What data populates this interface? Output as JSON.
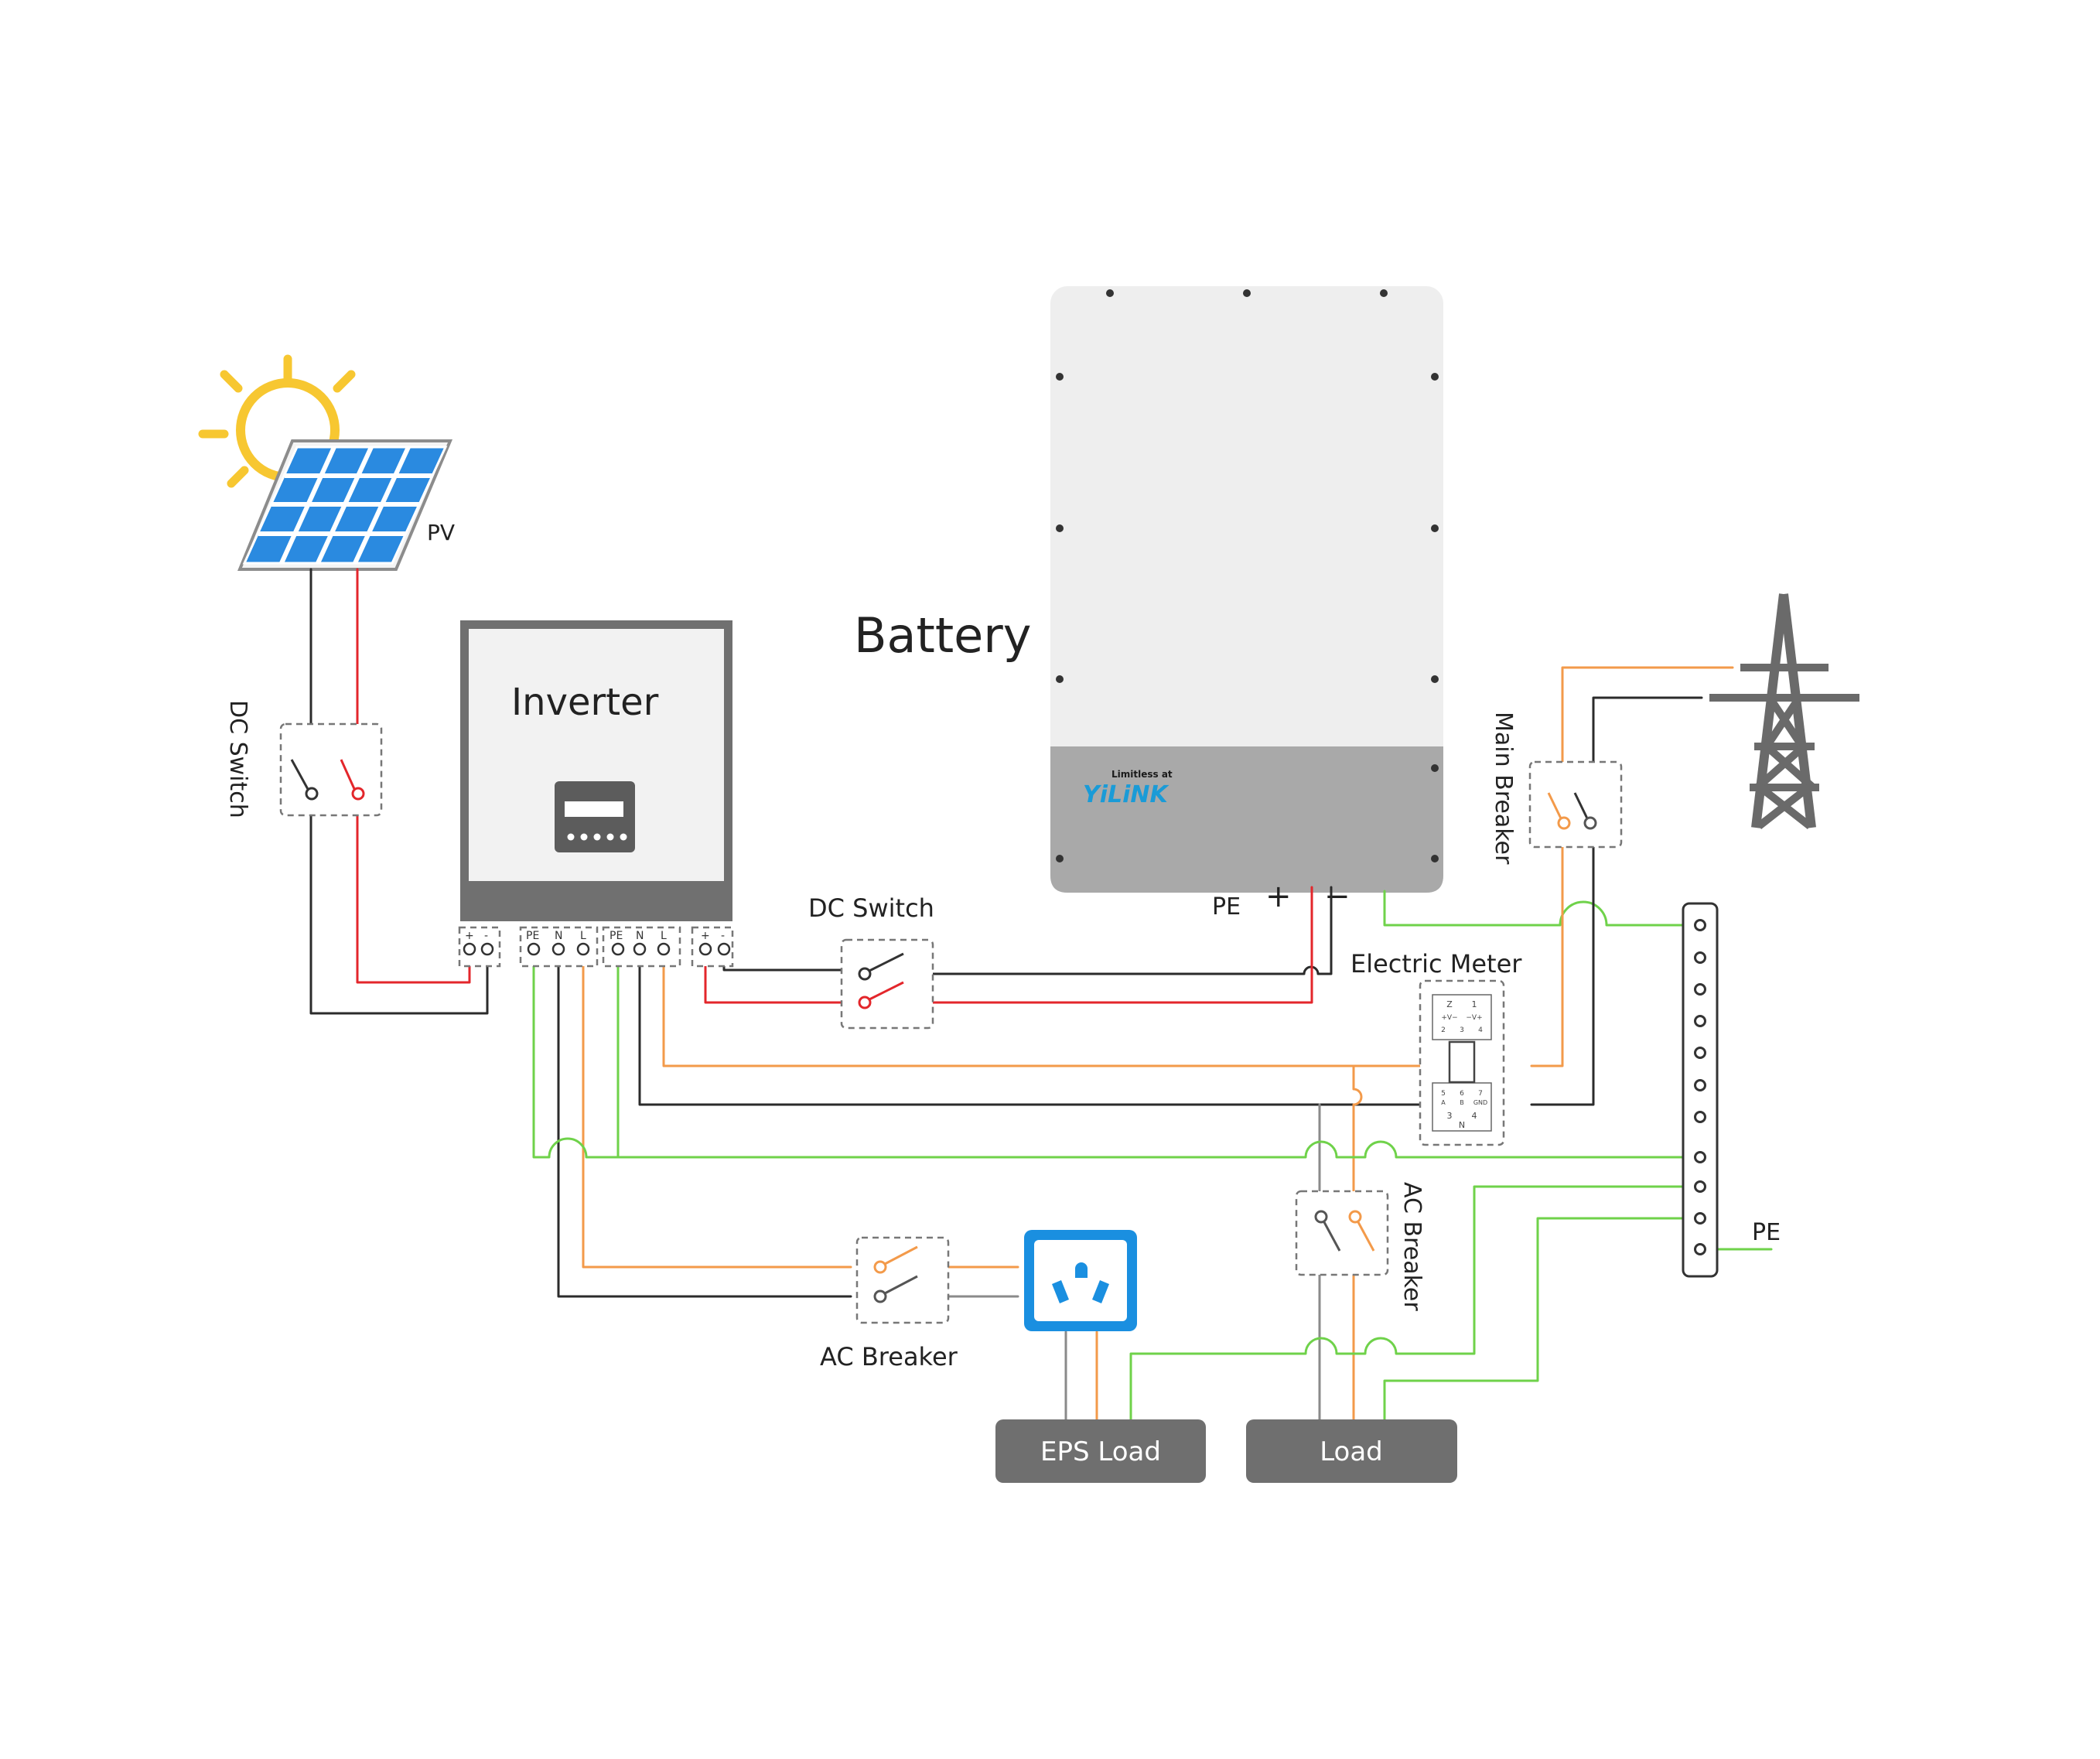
{
  "labels": {
    "pv": "PV",
    "dc_switch_pv": "DC Switch",
    "inverter": "Inverter",
    "battery": "Battery",
    "dc_switch_batt": "DC Switch",
    "main_breaker": "Main Breaker",
    "electric_meter": "Electric Meter",
    "ac_breaker_eps": "AC Breaker",
    "ac_breaker_load": "AC Breaker",
    "pe_bar": "PE",
    "battery_pe": "PE",
    "battery_plus": "+",
    "battery_minus": "−",
    "eps_load": "EPS Load",
    "load": "Load",
    "brand_tagline": "Limitless at",
    "brand_name": "YiLiNK"
  },
  "inverter_terminals": {
    "pv_group": [
      "+",
      "-"
    ],
    "ac_group_1": [
      "PE",
      "N",
      "L"
    ],
    "ac_group_2": [
      "PE",
      "N",
      "L"
    ],
    "batt_group": [
      "+",
      "-"
    ]
  },
  "meter_marks": {
    "top_row_1": [
      "Z",
      "1"
    ],
    "top_row_2": [
      "+V−",
      "−V+"
    ],
    "top_row_3": [
      "2",
      "3",
      "4"
    ],
    "bottom_row_1": [
      "5",
      "6",
      "7"
    ],
    "bottom_row_2": [
      "A",
      "B",
      "GND"
    ],
    "bottom_row_3": [
      "3",
      "4"
    ],
    "bottom_label": "N"
  },
  "colors": {
    "dc_positive": "#e3262b",
    "dc_negative": "#2b2b2b",
    "ac_line": "#f39a4a",
    "ac_neutral": "#2b2b2b",
    "protective_earth": "#6fd24a",
    "eps_outlet": "#1a8fe0",
    "load_box": "#6f6f6f"
  }
}
